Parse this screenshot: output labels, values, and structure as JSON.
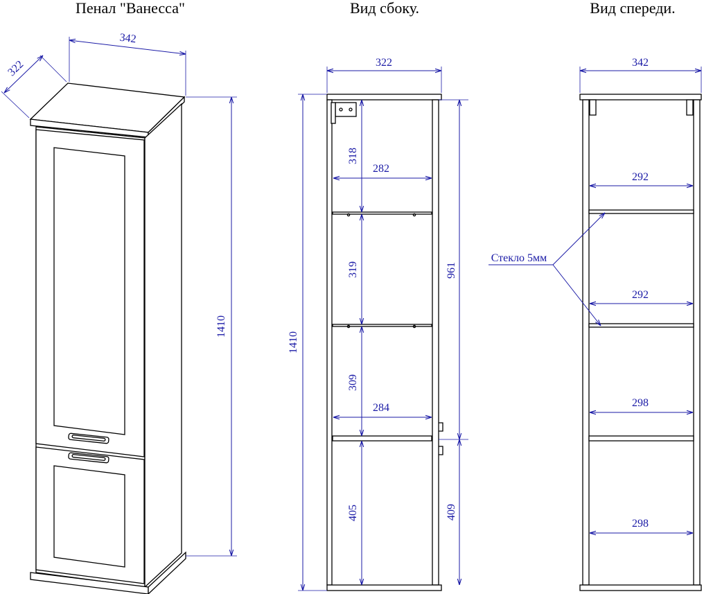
{
  "titles": {
    "isometric": "Пенал \"Ванесса\"",
    "side": "Вид сбоку.",
    "front": "Вид спереди."
  },
  "isometric_view": {
    "width": "342",
    "depth": "322",
    "height": "1410"
  },
  "side_view": {
    "overall_depth": "322",
    "overall_height": "1410",
    "upper_section_height": "961",
    "lower_section_height": "409",
    "shelf_1_height": "318",
    "shelf_2_height": "319",
    "shelf_3_height": "309",
    "bottom_compartment_height": "405",
    "shelf_depth_upper": "282",
    "shelf_depth_lower": "284"
  },
  "front_view": {
    "overall_width": "342",
    "glass_note": "Стекло 5мм",
    "shelf_1_width": "292",
    "shelf_2_width": "292",
    "shelf_3_width": "298",
    "bottom_width": "298"
  },
  "colors": {
    "lines": "#000000",
    "dimensions": "#1a1aa6",
    "background": "#ffffff"
  }
}
